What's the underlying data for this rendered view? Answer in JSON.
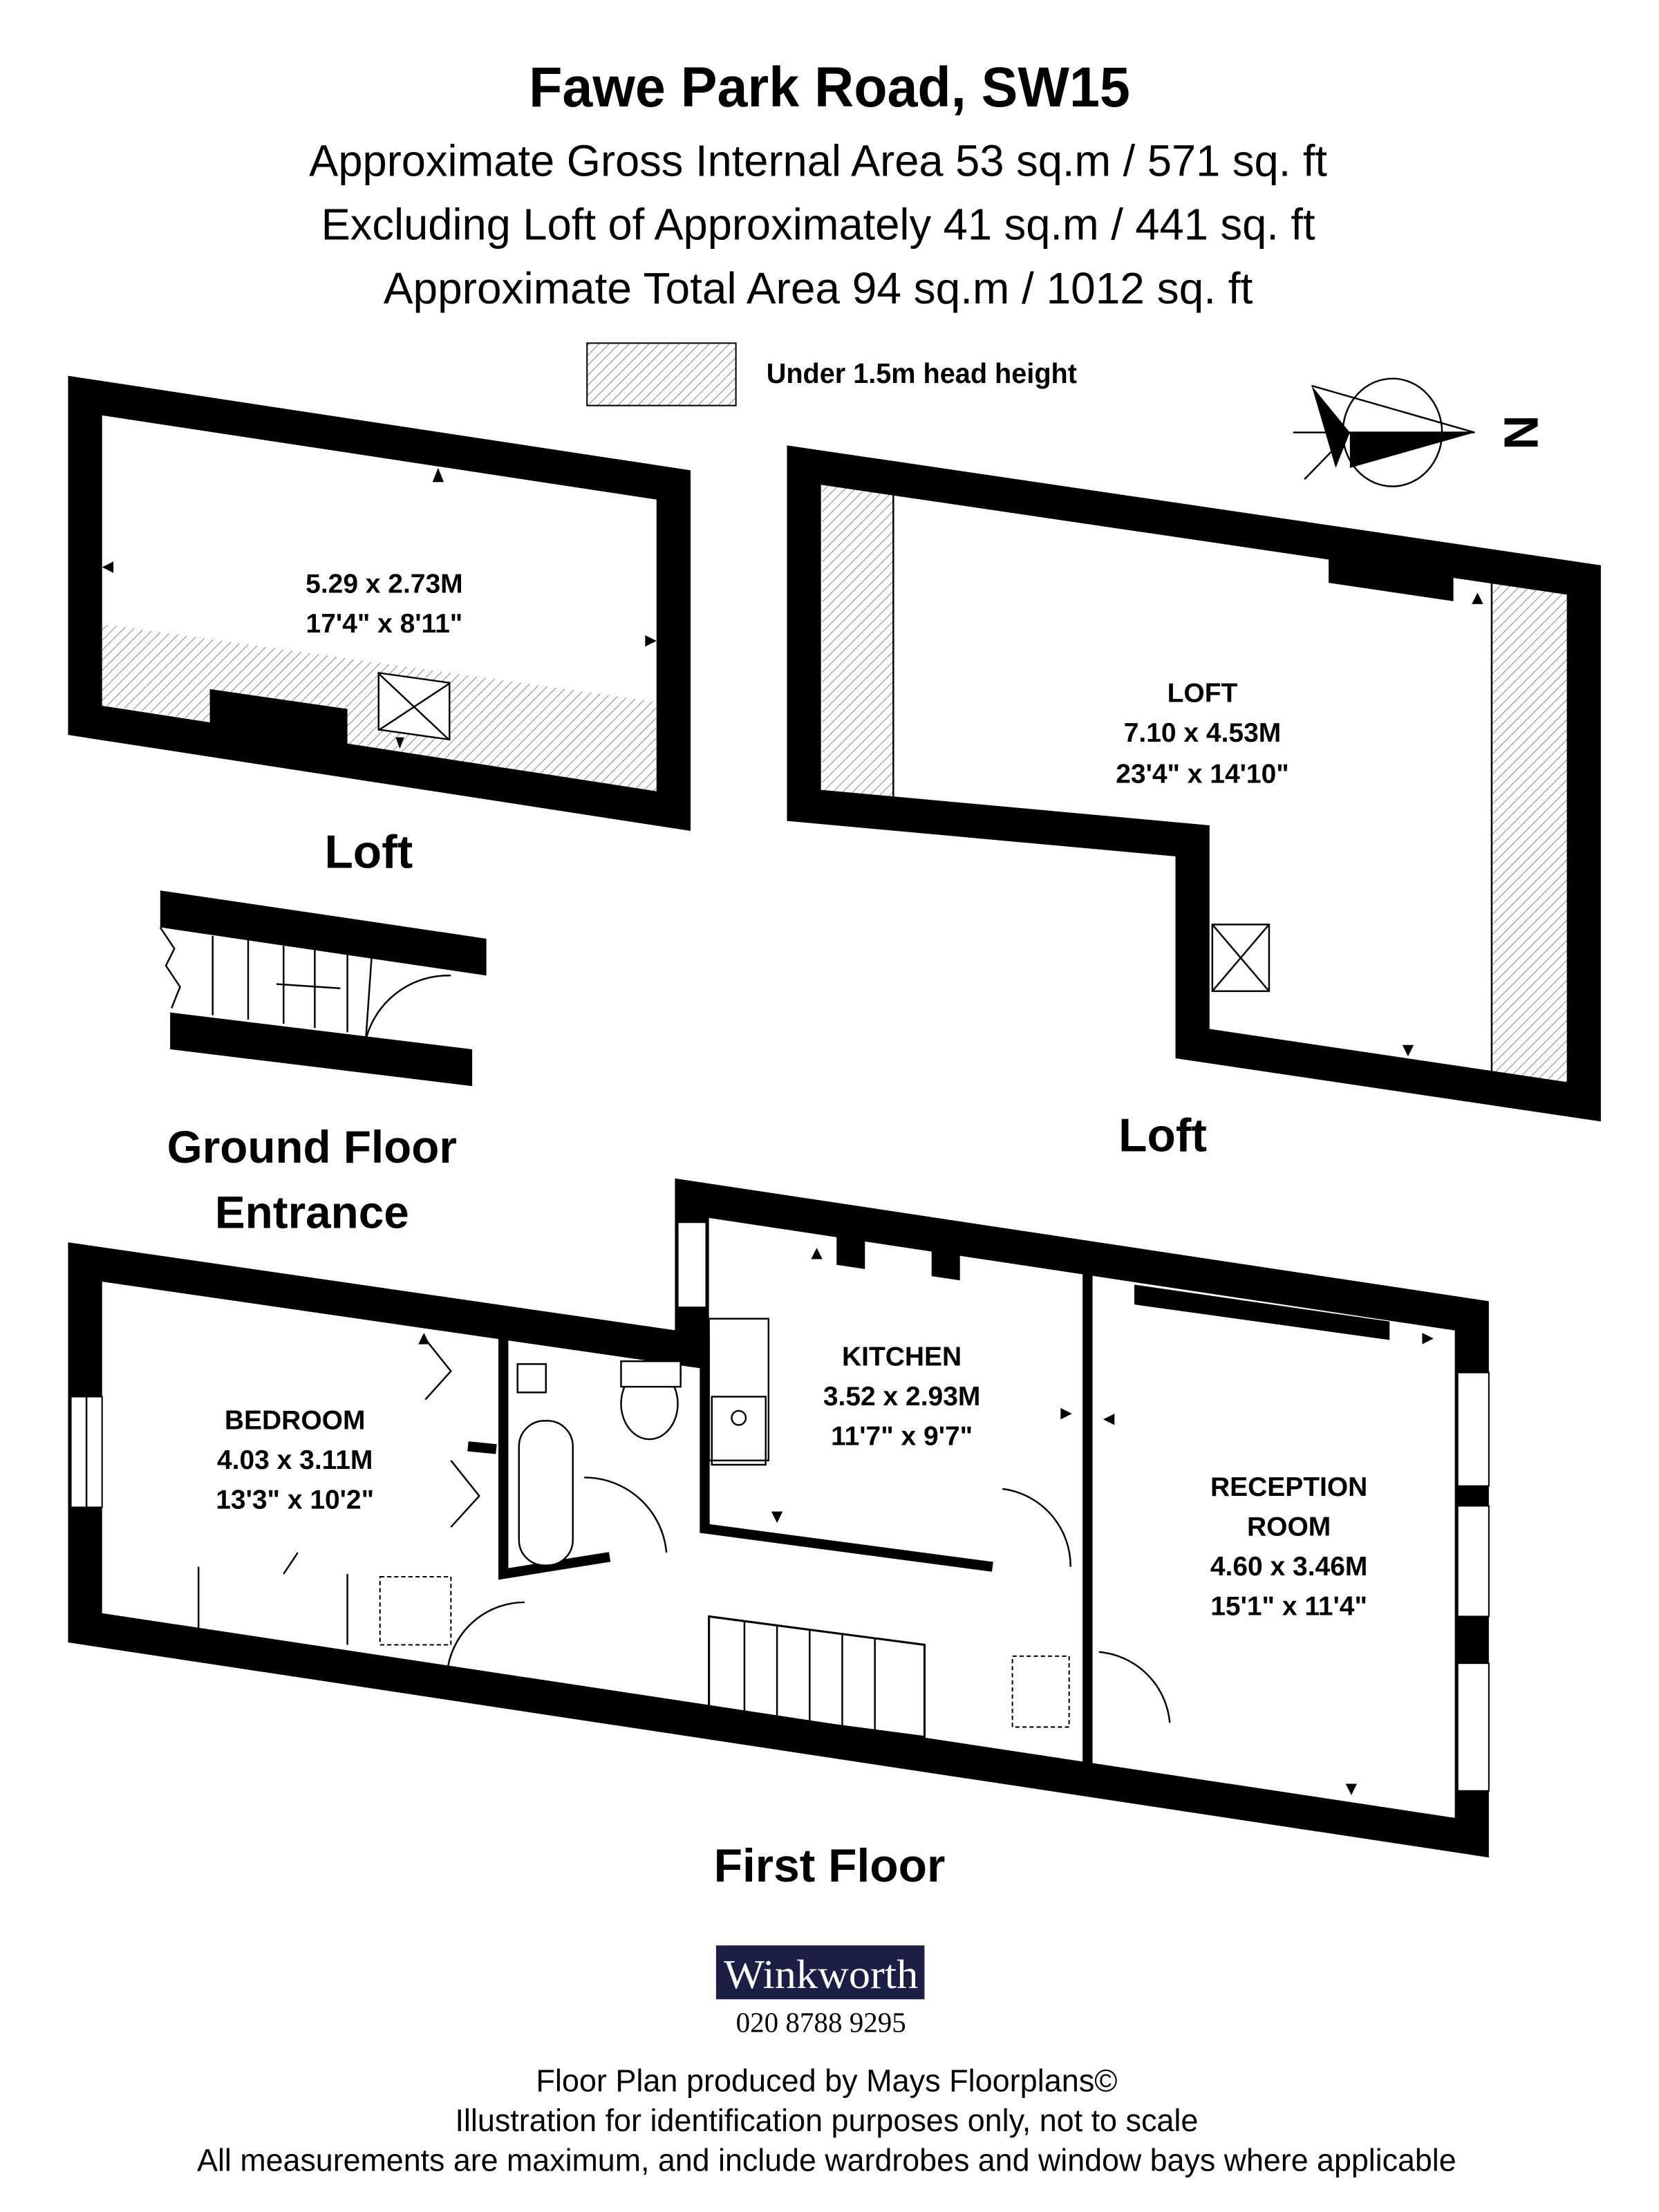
{
  "header": {
    "title": "Fawe Park Road, SW15",
    "lines": [
      "Approximate Gross Internal Area 53 sq.m  /  571 sq. ft",
      "Excluding Loft of Approximately 41 sq.m  /  441 sq. ft",
      "Approximate Total Area 94 sq.m  /  1012 sq. ft"
    ]
  },
  "legend": {
    "label": "Under 1.5m head height",
    "pattern": "diagonal-hatch"
  },
  "compass": {
    "label": "N",
    "icon": "north-compass-icon"
  },
  "floors": {
    "loft_left": {
      "label": "Loft",
      "room": {
        "dim_m": "5.29 x 2.73M",
        "dim_ft": "17'4\" x 8'11\""
      }
    },
    "loft_right": {
      "label": "Loft",
      "room": {
        "name": "LOFT",
        "dim_m": "7.10 x 4.53M",
        "dim_ft": "23'4\" x 14'10\""
      }
    },
    "ground": {
      "label_line1": "Ground Floor",
      "label_line2": "Entrance"
    },
    "first": {
      "label": "First Floor",
      "rooms": [
        {
          "name": "BEDROOM",
          "dim_m": "4.03 x 3.11M",
          "dim_ft": "13'3\" x 10'2\""
        },
        {
          "name": "KITCHEN",
          "dim_m": "3.52 x 2.93M",
          "dim_ft": "11'7\" x 9'7\""
        },
        {
          "name_line1": "RECEPTION",
          "name_line2": "ROOM",
          "dim_m": "4.60 x 3.46M",
          "dim_ft": "15'1\" x 11'4\""
        }
      ]
    }
  },
  "agent": {
    "name": "Winkworth",
    "phone": "020 8788 9295",
    "brand_color": "#1b1e45"
  },
  "footer": {
    "lines": [
      "Floor Plan produced by Mays Floorplans©",
      "Illustration for identification purposes only, not to scale",
      "All measurements are maximum, and include wardrobes and window bays where applicable"
    ]
  }
}
